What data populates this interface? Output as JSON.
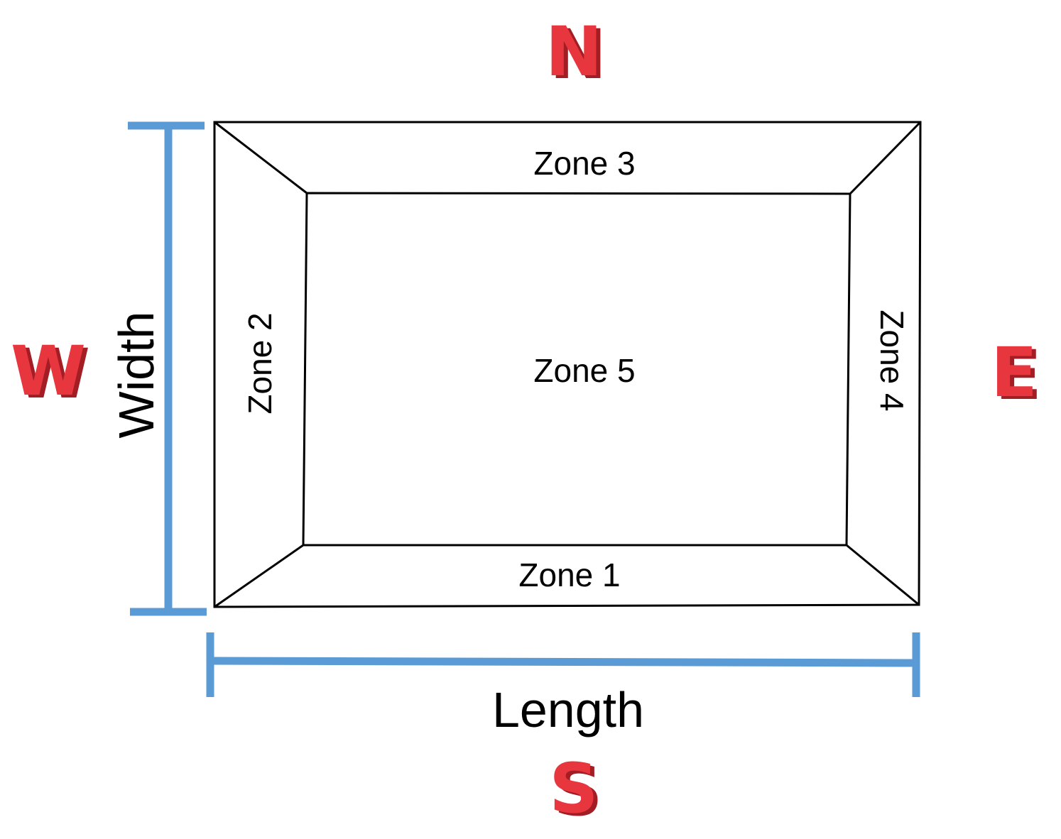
{
  "compass": {
    "north": "N",
    "south": "S",
    "east": "E",
    "west": "W",
    "color": "#e8363f",
    "shadow_color": "#a31d24"
  },
  "zones": {
    "zone1": "Zone 1",
    "zone2": "Zone 2",
    "zone3": "Zone 3",
    "zone4": "Zone 4",
    "zone5": "Zone 5"
  },
  "dimensions": {
    "length": "Length",
    "width": "Width",
    "color": "#5b9bd5"
  }
}
